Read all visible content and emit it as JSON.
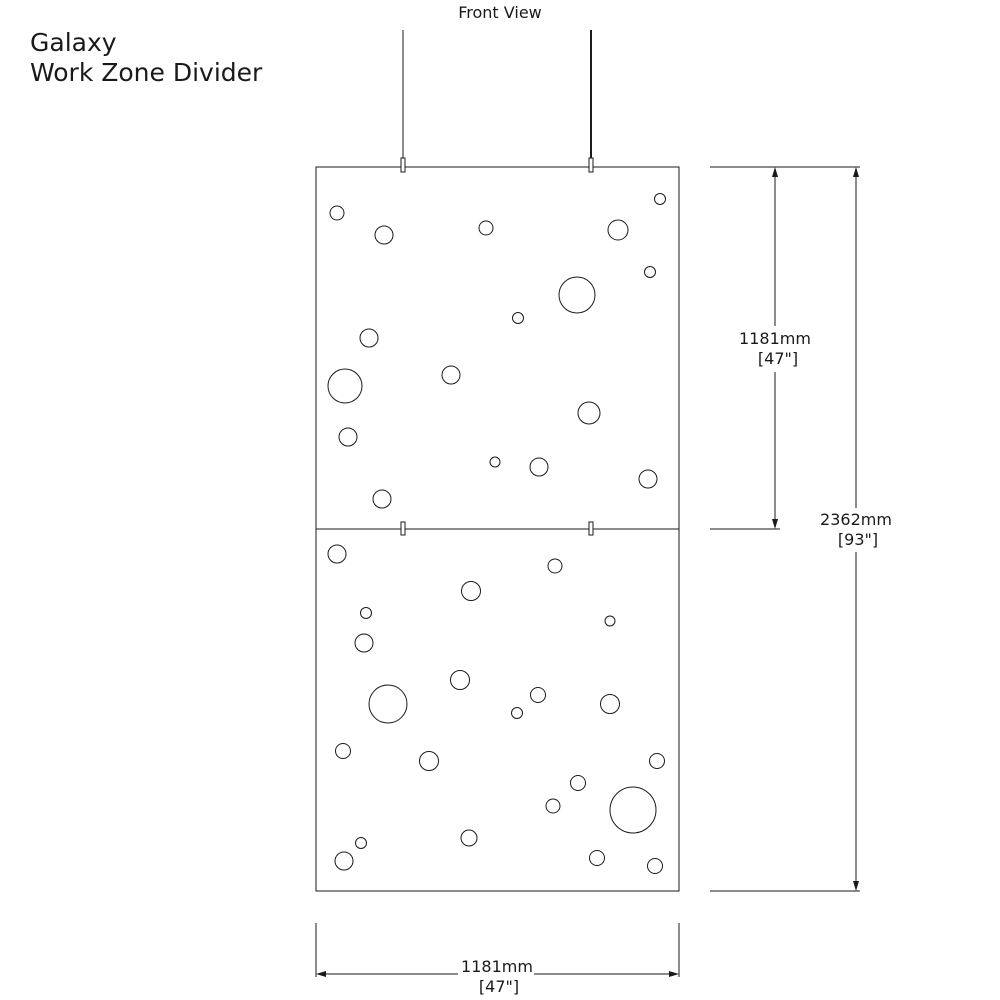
{
  "title": {
    "line1": "Galaxy",
    "line2": "Work Zone Divider"
  },
  "view_label": "Front View",
  "dimensions": {
    "panel_height": {
      "metric": "1181mm",
      "imperial": "[47\"]"
    },
    "total_height": {
      "metric": "2362mm",
      "imperial": "[93\"]"
    },
    "width": {
      "metric": "1181mm",
      "imperial": "[47\"]"
    }
  },
  "colors": {
    "line": "#1a1a1a",
    "background": "#ffffff"
  }
}
